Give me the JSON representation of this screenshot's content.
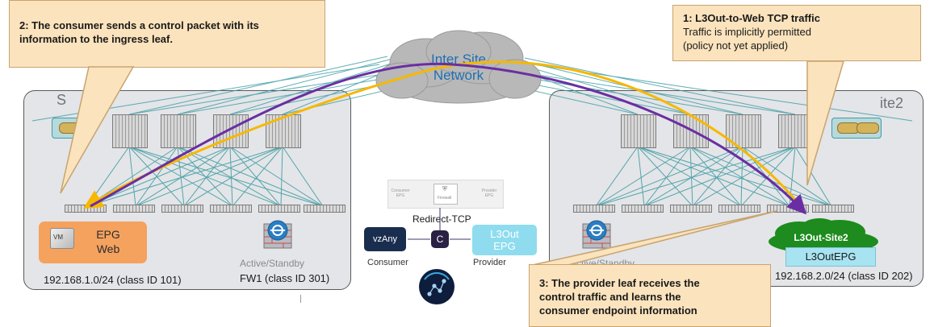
{
  "sites": {
    "site1_label": "S",
    "site2_label": "ite2"
  },
  "cloud": {
    "line1": "Inter Site",
    "line2": "Network"
  },
  "callouts": {
    "c2": "2: The consumer sends a control packet with its information to the ingress leaf.",
    "c1_title": "1: L3Out-to-Web TCP traffic",
    "c1_line2": "Traffic is implicitly permitted",
    "c1_line3": "(policy not yet applied)",
    "c3": "3: The provider leaf receives the control traffic and learns the consumer endpoint information"
  },
  "site1": {
    "epg_line1": "EPG",
    "epg_line2": "Web",
    "vm_label": "VM",
    "fw_status": "Active/Standby",
    "subnet": "192.168.1.0/24 (class ID 101)",
    "fw_id": "FW1 (class ID 301)"
  },
  "site2": {
    "fw_status": "Active/Standby",
    "l3out_name": "L3Out-Site2",
    "l3out_epg": "L3OutEPG",
    "subnet": "192.168.2.0/24 (class ID 202)"
  },
  "contract": {
    "graph_consumer": "Consumer EPG",
    "graph_node": "Firewall",
    "graph_provider": "Provider EPG",
    "redirect": "Redirect-TCP",
    "vzany": "vzAny",
    "c": "C",
    "l3out_line1": "L3Out",
    "l3out_line2": "EPG",
    "consumer": "Consumer",
    "provider": "Provider"
  },
  "colors": {
    "purple_path": "#6a2ea2",
    "yellow_path": "#f6b800",
    "cloud": "#b5b5b5",
    "epg_web": "#f5a25f",
    "l3out_cloud": "#1d8b1d"
  }
}
